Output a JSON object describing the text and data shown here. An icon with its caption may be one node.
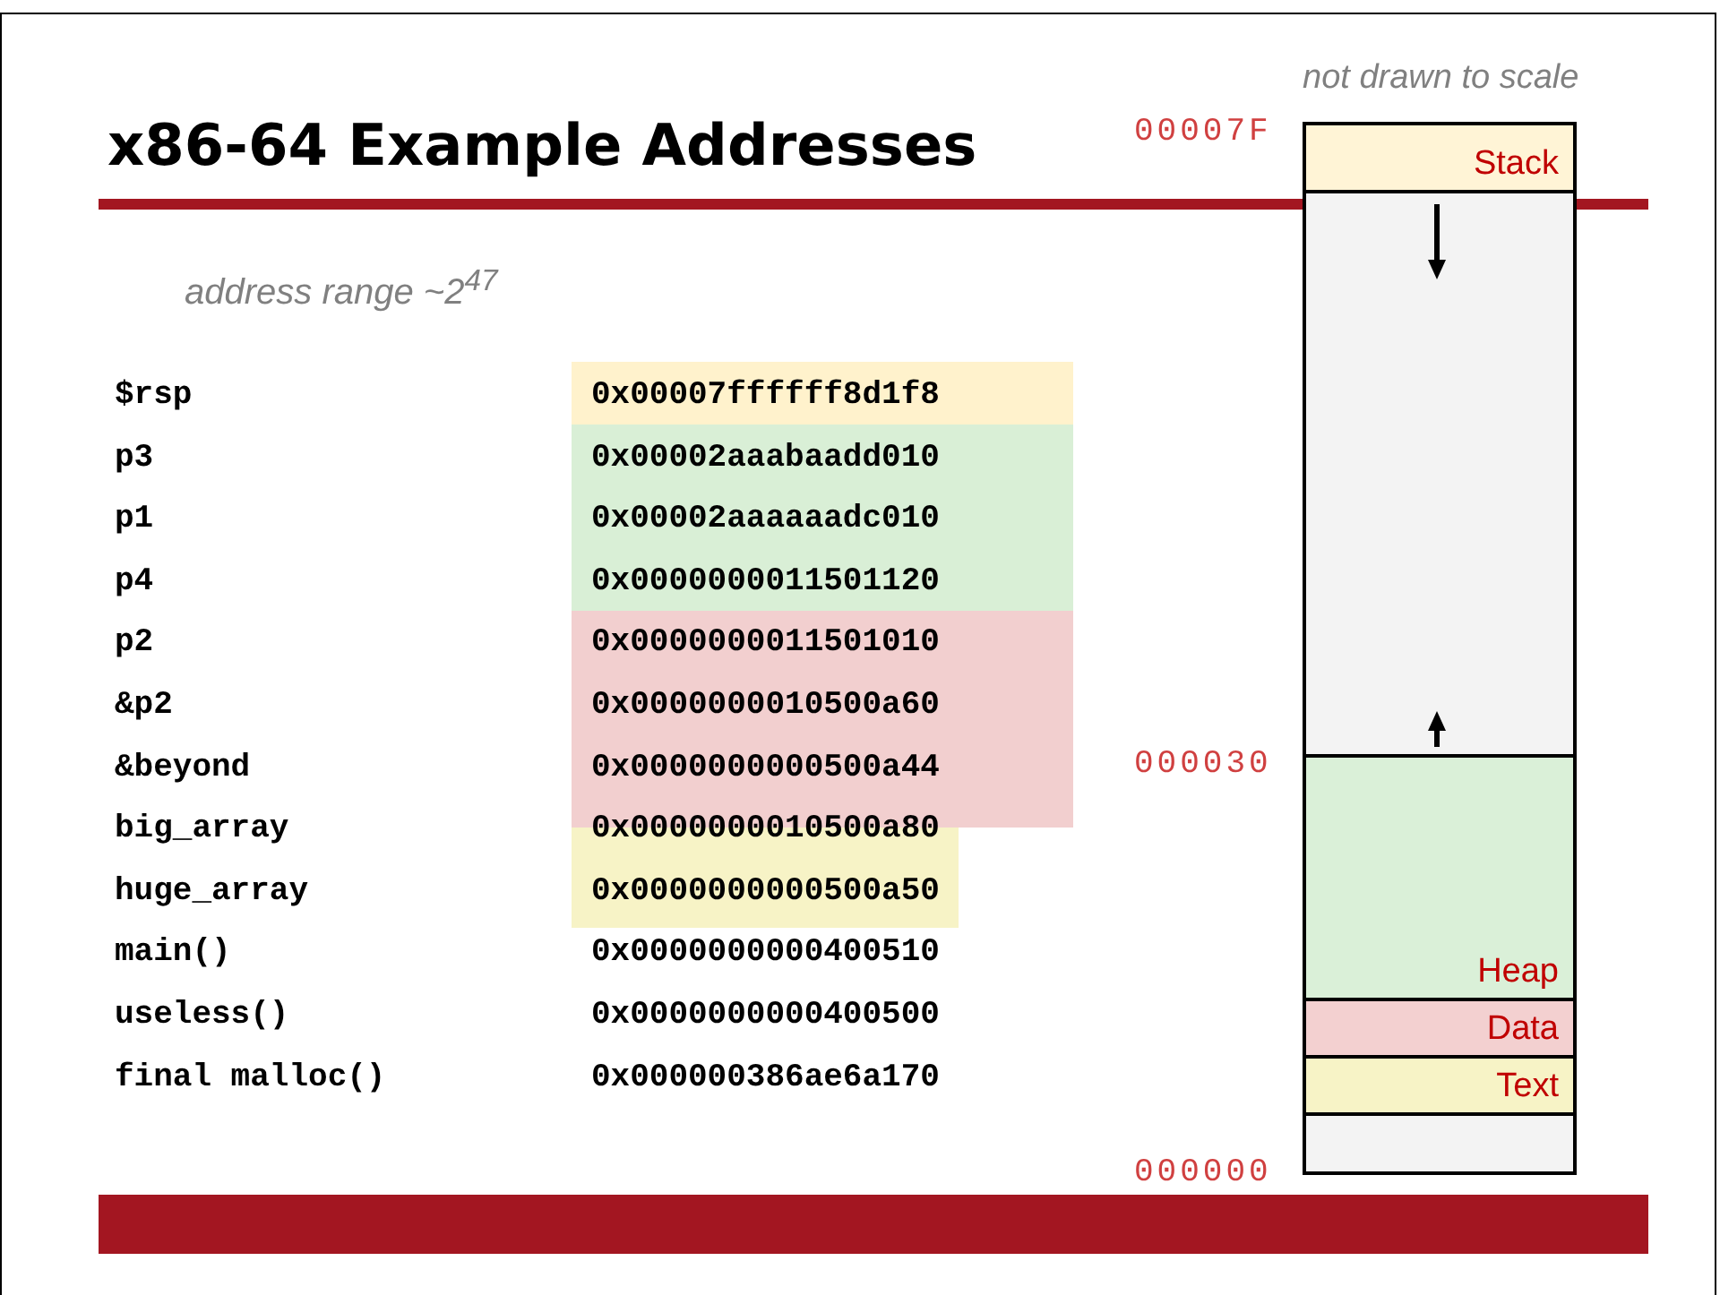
{
  "diagram": {
    "title": "x86-64 Example Addresses",
    "nodes": [
      {
        "text": [
          "Stack"
        ]
      },
      {
        "text": [],
        "shape": "box"
      },
      {
        "text": [
          "Heap"
        ]
      },
      {
        "text": [
          "Data"
        ]
      },
      {
        "text": [
          "Text"
        ]
      },
      {
        "text": [],
        "shape": "box"
      }
    ],
    "edges": [],
    "labels": [
      "not drawn to scale",
      "00007F",
      "address range ~2$^{47}$",
      "$rsp",
      "0x00007ffffff8d1f8",
      "p3",
      "0x00002aaabaadd010",
      "p1",
      "0x00002aaaaaadc010",
      "p4",
      "0x0000000011501120",
      "p2",
      "0x0000000011501010",
      "&p2",
      "0x0000000010500a60",
      "&beyond",
      "0x0000000000500a44",
      "big_array",
      "0x0000000010500a80",
      "huge_array",
      "0x0000000000500a50",
      "main()",
      "0x0000000000400510",
      "useless()",
      "0x0000000000400500",
      "final malloc()",
      "0x000000386ae6a170",
      "000030",
      "000000"
    ]
  }
}
